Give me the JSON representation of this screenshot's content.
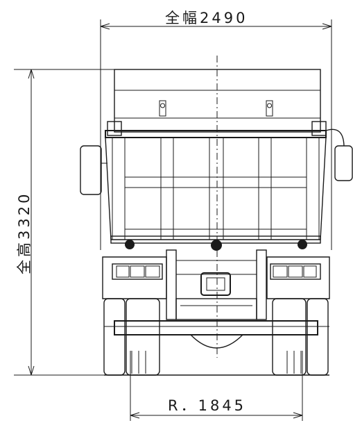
{
  "dimensions": {
    "overall_width": "全幅2490",
    "overall_height": "全高3320",
    "rear_tread": "R．1845"
  },
  "colors": {
    "line": "#1a1a1a",
    "background": "#ffffff"
  }
}
